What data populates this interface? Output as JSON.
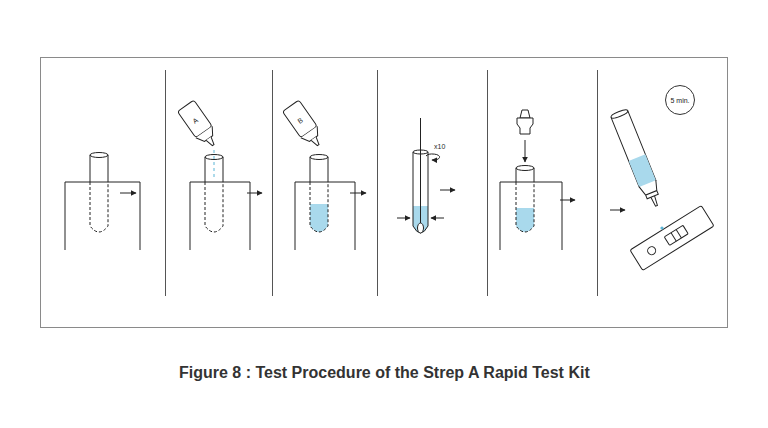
{
  "diagram": {
    "caption": "Figure 8 : Test Procedure of the Strep A Rapid Test Kit",
    "nodes": [
      {
        "text": [
          "5 min."
        ]
      }
    ],
    "edges": [],
    "labels": [
      "A",
      "B",
      "x10"
    ]
  }
}
